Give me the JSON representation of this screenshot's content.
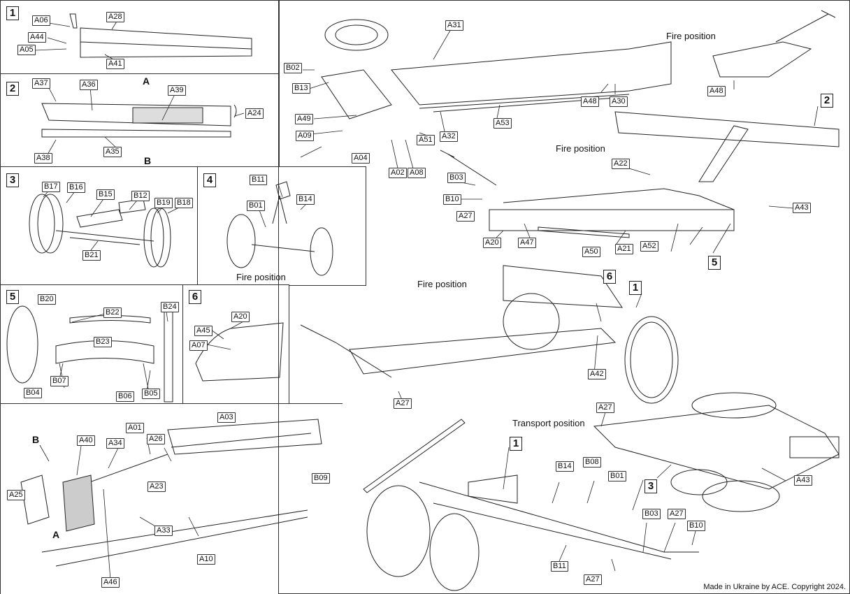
{
  "steps": {
    "s1": {
      "number": "1",
      "labels": [
        "A06",
        "A28",
        "A44",
        "A05",
        "A41"
      ]
    },
    "s2": {
      "number": "2",
      "labels": [
        "A37",
        "A36",
        "A39",
        "A24",
        "A38",
        "A35"
      ],
      "arrows": [
        "A",
        "B"
      ]
    },
    "s3": {
      "number": "3",
      "labels": [
        "B17",
        "B16",
        "B15",
        "B12",
        "B19",
        "B18",
        "B21"
      ]
    },
    "s4": {
      "number": "4",
      "labels": [
        "B11",
        "B01",
        "B14"
      ],
      "caption": "Fire position"
    },
    "s5": {
      "number": "5",
      "labels": [
        "B20",
        "B22",
        "B24",
        "B23",
        "B07",
        "B04",
        "B06",
        "B05"
      ]
    },
    "s6": {
      "number": "6",
      "labels": [
        "A20",
        "A45",
        "A07"
      ]
    },
    "s7": {
      "labels": [
        "A40",
        "A34",
        "A01",
        "A26",
        "A03",
        "A25",
        "A23",
        "B09",
        "A33",
        "A10",
        "A46"
      ],
      "arrows": [
        "B",
        "A"
      ]
    },
    "main_top": {
      "labels": [
        "A31",
        "B02",
        "B13",
        "A49",
        "A09",
        "A04",
        "A02",
        "A08",
        "A51",
        "A32",
        "A53",
        "A48",
        "A30",
        "A48"
      ],
      "caption": "Fire position"
    },
    "main_right": {
      "labels": [
        "A22",
        "B03",
        "B10",
        "A27",
        "A20",
        "A47",
        "A50",
        "A21",
        "A52",
        "A43"
      ],
      "caption": "Fire position",
      "refs": [
        "2",
        "5"
      ]
    },
    "main_mid": {
      "labels": [
        "A42",
        "A27"
      ],
      "caption": "Fire position",
      "refs": [
        "6",
        "1"
      ]
    },
    "main_bottom": {
      "labels": [
        "A27",
        "B14",
        "B08",
        "B01",
        "B03",
        "A27",
        "B10",
        "B11",
        "A27",
        "A43"
      ],
      "caption": "Transport position",
      "refs": [
        "1",
        "3"
      ]
    }
  },
  "footer": {
    "copyright": "Made in Ukraine by ACE. Copyright 2024."
  },
  "colors": {
    "line": "#222222",
    "fill": "#f4f4f4",
    "shade": "#bdbdbd"
  }
}
